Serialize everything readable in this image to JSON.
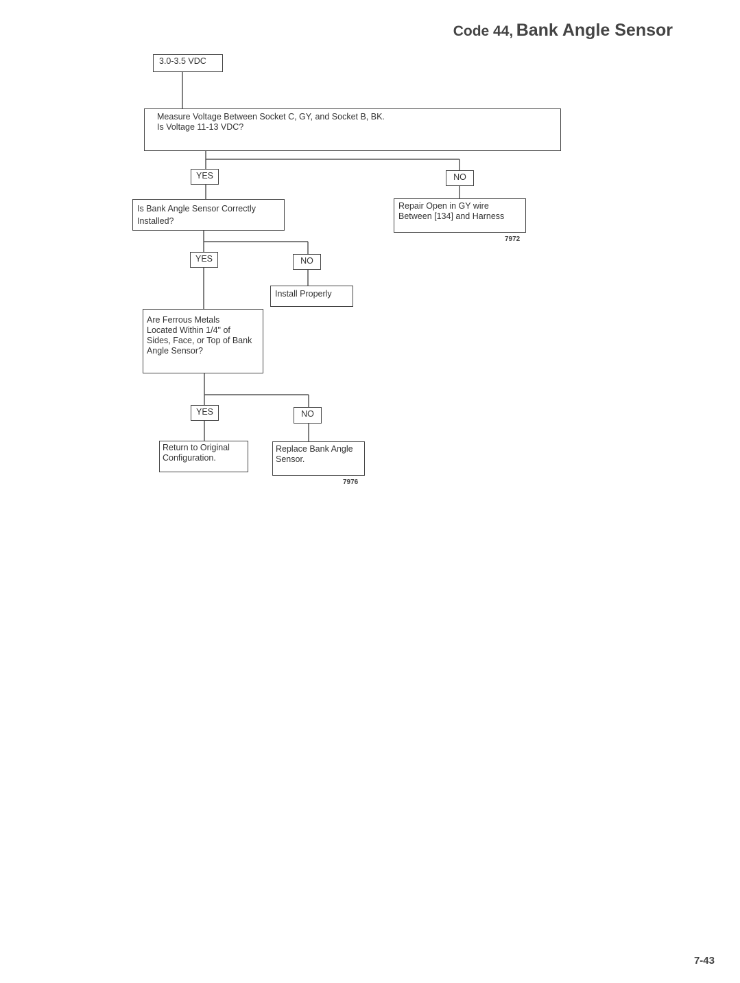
{
  "header": {
    "title_prefix": "Code 44,",
    "title_main": "Bank Angle Sensor"
  },
  "flowchart": {
    "start": "3.0-3.5 VDC",
    "step1": "Measure Voltage Between Socket C, GY,  and Socket B, BK.\nIs Voltage 11-13 VDC?",
    "step1_yes": "YES",
    "step1_no": "NO",
    "step1_no_action": "Repair Open in GY wire\nBetween [134] and Harness",
    "figure1": "7972",
    "step2": "Is Bank Angle Sensor Correctly\nInstalled?",
    "step2_yes": "YES",
    "step2_no": "NO",
    "step2_no_action": "Install Properly",
    "step3": "Are Ferrous Metals\nLocated Within 1/4\" of\nSides, Face, or Top of Bank\nAngle Sensor?",
    "step3_yes": "YES",
    "step3_yes_action": "Return to Original\nConfiguration.",
    "step3_no": "NO",
    "step3_no_action": "Replace Bank Angle\nSensor.",
    "figure2": "7976"
  },
  "footer": {
    "page_number": "7-43"
  }
}
